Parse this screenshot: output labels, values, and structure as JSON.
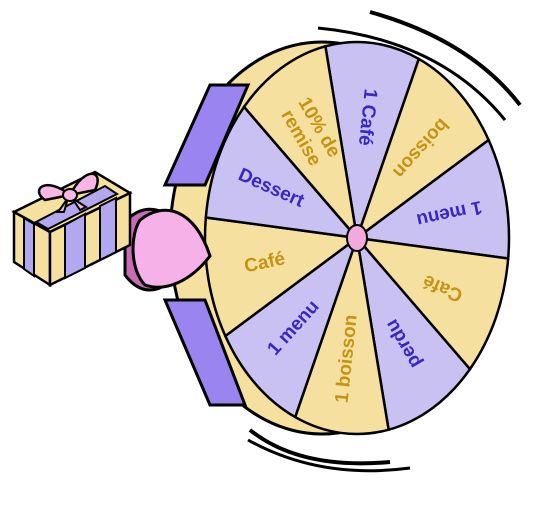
{
  "wheel": {
    "segments": [
      {
        "label": "1 Café",
        "color": "#c9c1f2",
        "text_color": "#3a27c0"
      },
      {
        "label": "boisson",
        "color": "#f5e0a0",
        "text_color": "#c49414"
      },
      {
        "label": "1 menu",
        "color": "#c9c1f2",
        "text_color": "#3a27c0"
      },
      {
        "label": "Café",
        "color": "#f5e0a0",
        "text_color": "#c49414"
      },
      {
        "label": "perdu",
        "color": "#c9c1f2",
        "text_color": "#3a27c0"
      },
      {
        "label": "1 boisson",
        "color": "#f5e0a0",
        "text_color": "#c49414"
      },
      {
        "label": "1 menu",
        "color": "#c9c1f2",
        "text_color": "#3a27c0"
      },
      {
        "label": "Café",
        "color": "#f5e0a0",
        "text_color": "#c49414"
      },
      {
        "label": "Dessert",
        "color": "#c9c1f2",
        "text_color": "#3a27c0"
      },
      {
        "label": "10% de remise",
        "color": "#f5e0a0",
        "text_color": "#c49414"
      }
    ],
    "side_colors": {
      "purple": "#9a85f0",
      "yellow": "#f5e0a0"
    },
    "hub_color": "#f2a9dc",
    "pointer_color": "#f6b2e8",
    "pointer_dark": "#c96cb5"
  },
  "gift": {
    "box_color": "#f5e0a0",
    "stripe_color": "#b3a8f0",
    "bow_color": "#f8b6e3"
  }
}
